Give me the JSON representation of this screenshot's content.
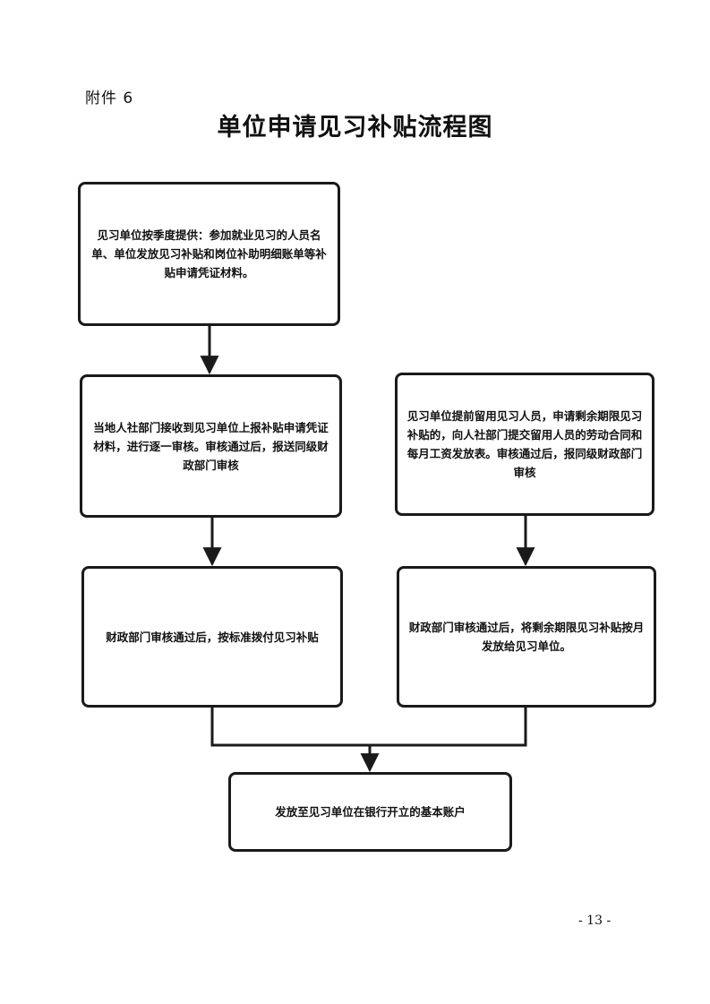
{
  "attachment_label": "附件 6",
  "title": "单位申请见习补贴流程图",
  "boxes": {
    "b1": "见习单位按季度提供：参加就业见习的人员名单、单位发放见习补贴和岗位补助明细账单等补贴申请凭证材料。",
    "b2": "当地人社部门接收到见习单位上报补贴申请凭证材料，进行逐一审核。审核通过后，报送同级财政部门审核",
    "b3": "见习单位提前留用见习人员，申请剩余期限见习补贴的，向人社部门提交留用人员的劳动合同和每月工资发放表。审核通过后，报同级财政部门审核",
    "b4": "财政部门审核通过后，按标准拨付见习补贴",
    "b5": "财政部门审核通过后，将剩余期限见习补贴按月发放给见习单位。",
    "b6": "发放至见习单位在银行开立的基本账户"
  },
  "page_number": "- 13 -"
}
